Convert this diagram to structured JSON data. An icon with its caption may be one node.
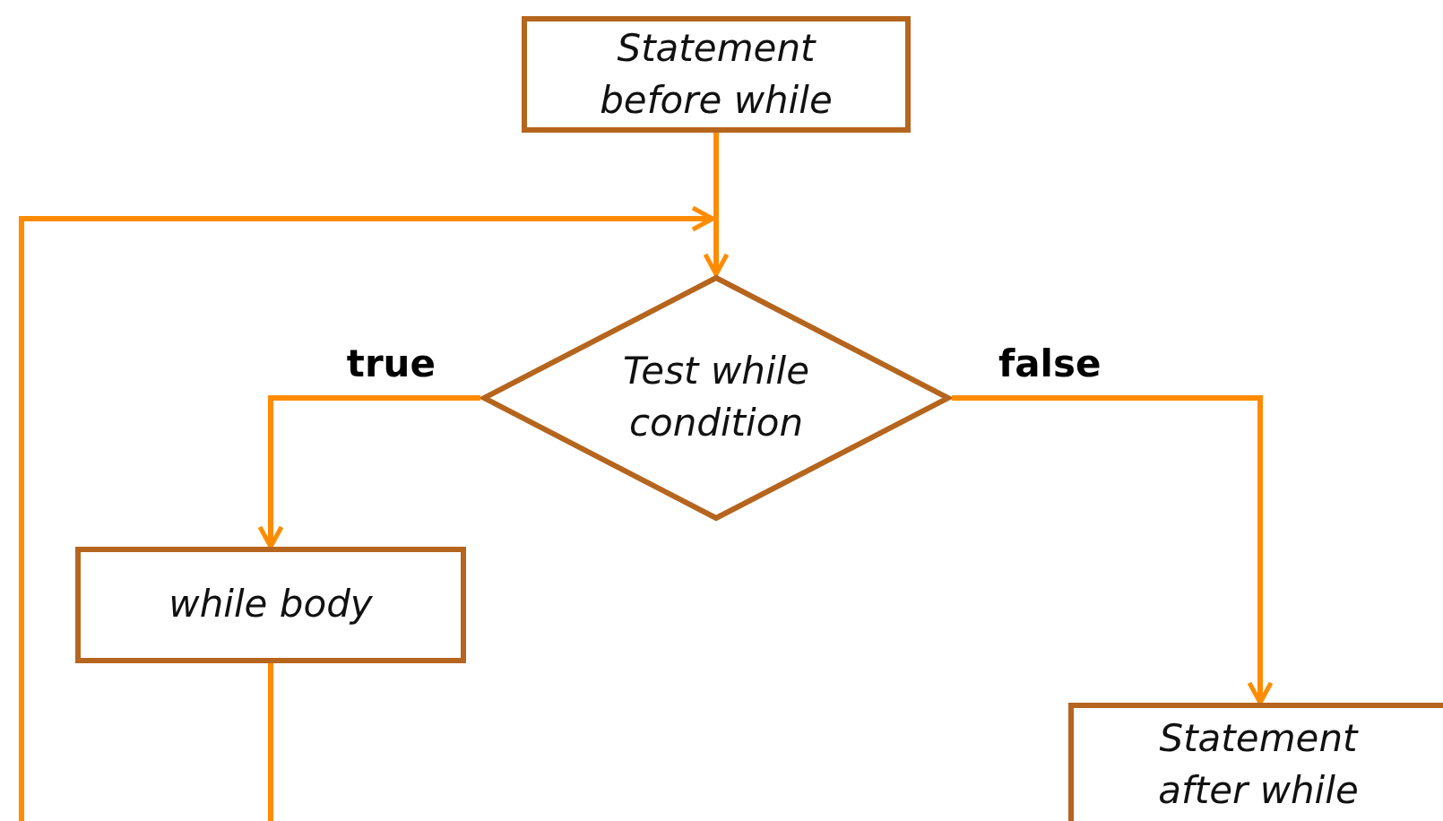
{
  "diagram": {
    "nodes": [
      {
        "text": [
          "Statement before while"
        ]
      },
      {
        "text": [
          "Test while condition"
        ]
      },
      {
        "text": [
          "while body"
        ]
      },
      {
        "text": [
          "Statement after while"
        ]
      }
    ],
    "edges": [
      {
        "from": 0,
        "to": 1,
        "arrow": "to"
      },
      {
        "from": 1,
        "to": 2,
        "arrow": "to",
        "label": "true"
      },
      {
        "from": 1,
        "to": 3,
        "arrow": "to",
        "label": "false"
      },
      {
        "from": 2,
        "to": null,
        "arrow": "none"
      },
      {
        "from": null,
        "to": 1,
        "arrow": "to"
      }
    ]
  }
}
